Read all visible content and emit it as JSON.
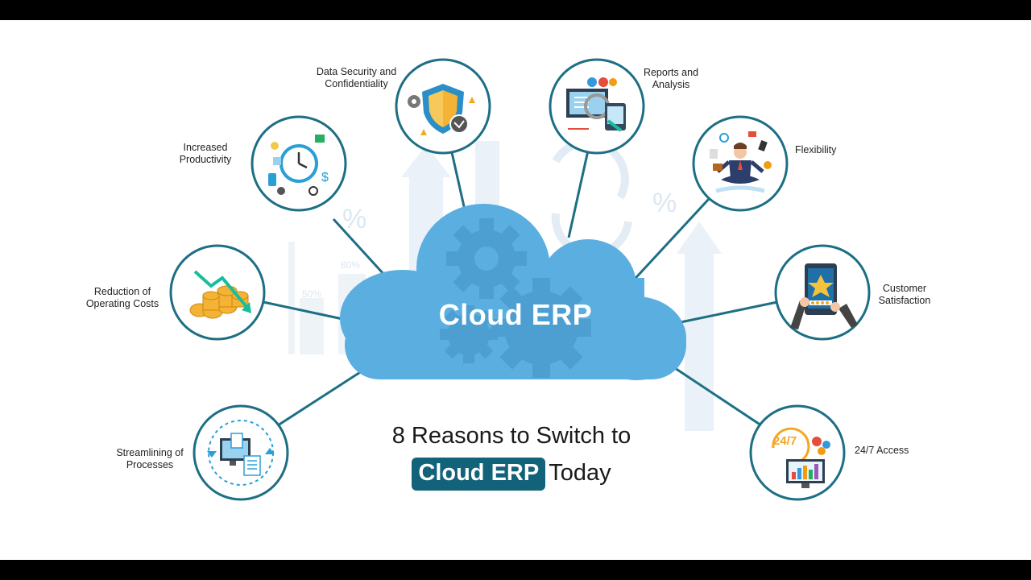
{
  "hub": {
    "title": "Cloud ERP"
  },
  "headline": {
    "line1": "8 Reasons to Switch to",
    "highlight": "Cloud ERP",
    "rest": "Today"
  },
  "reasons": [
    {
      "id": "productivity",
      "label_l1": "Increased",
      "label_l2": "Productivity",
      "icon": "clock-productivity-icon"
    },
    {
      "id": "security",
      "label_l1": "Data Security and",
      "label_l2": "Confidentiality",
      "icon": "shield-security-icon"
    },
    {
      "id": "reports",
      "label_l1": "Reports and",
      "label_l2": "Analysis",
      "icon": "monitor-reports-icon"
    },
    {
      "id": "flexibility",
      "label_l1": "Flexibility",
      "label_l2": "",
      "icon": "meditating-businessman-icon"
    },
    {
      "id": "satisfaction",
      "label_l1": "Customer",
      "label_l2": "Satisfaction",
      "icon": "tablet-rating-icon"
    },
    {
      "id": "access",
      "label_l1": "24/7 Access",
      "label_l2": "",
      "icon": "24-7-chart-icon"
    },
    {
      "id": "streamlining",
      "label_l1": "Streamlining of",
      "label_l2": "Processes",
      "icon": "documents-process-icon"
    },
    {
      "id": "costs",
      "label_l1": "Reduction of",
      "label_l2": "Operating Costs",
      "icon": "coins-down-icon"
    }
  ],
  "background": {
    "percent_a": "%",
    "percent_b": "%",
    "bar_a": "80%",
    "bar_b": "50%"
  },
  "colors": {
    "ring": "#1d6f84",
    "connector": "#1d6f84",
    "cloud": "#5aaee0",
    "gear": "#4d9fd2",
    "pill": "#12627a"
  }
}
